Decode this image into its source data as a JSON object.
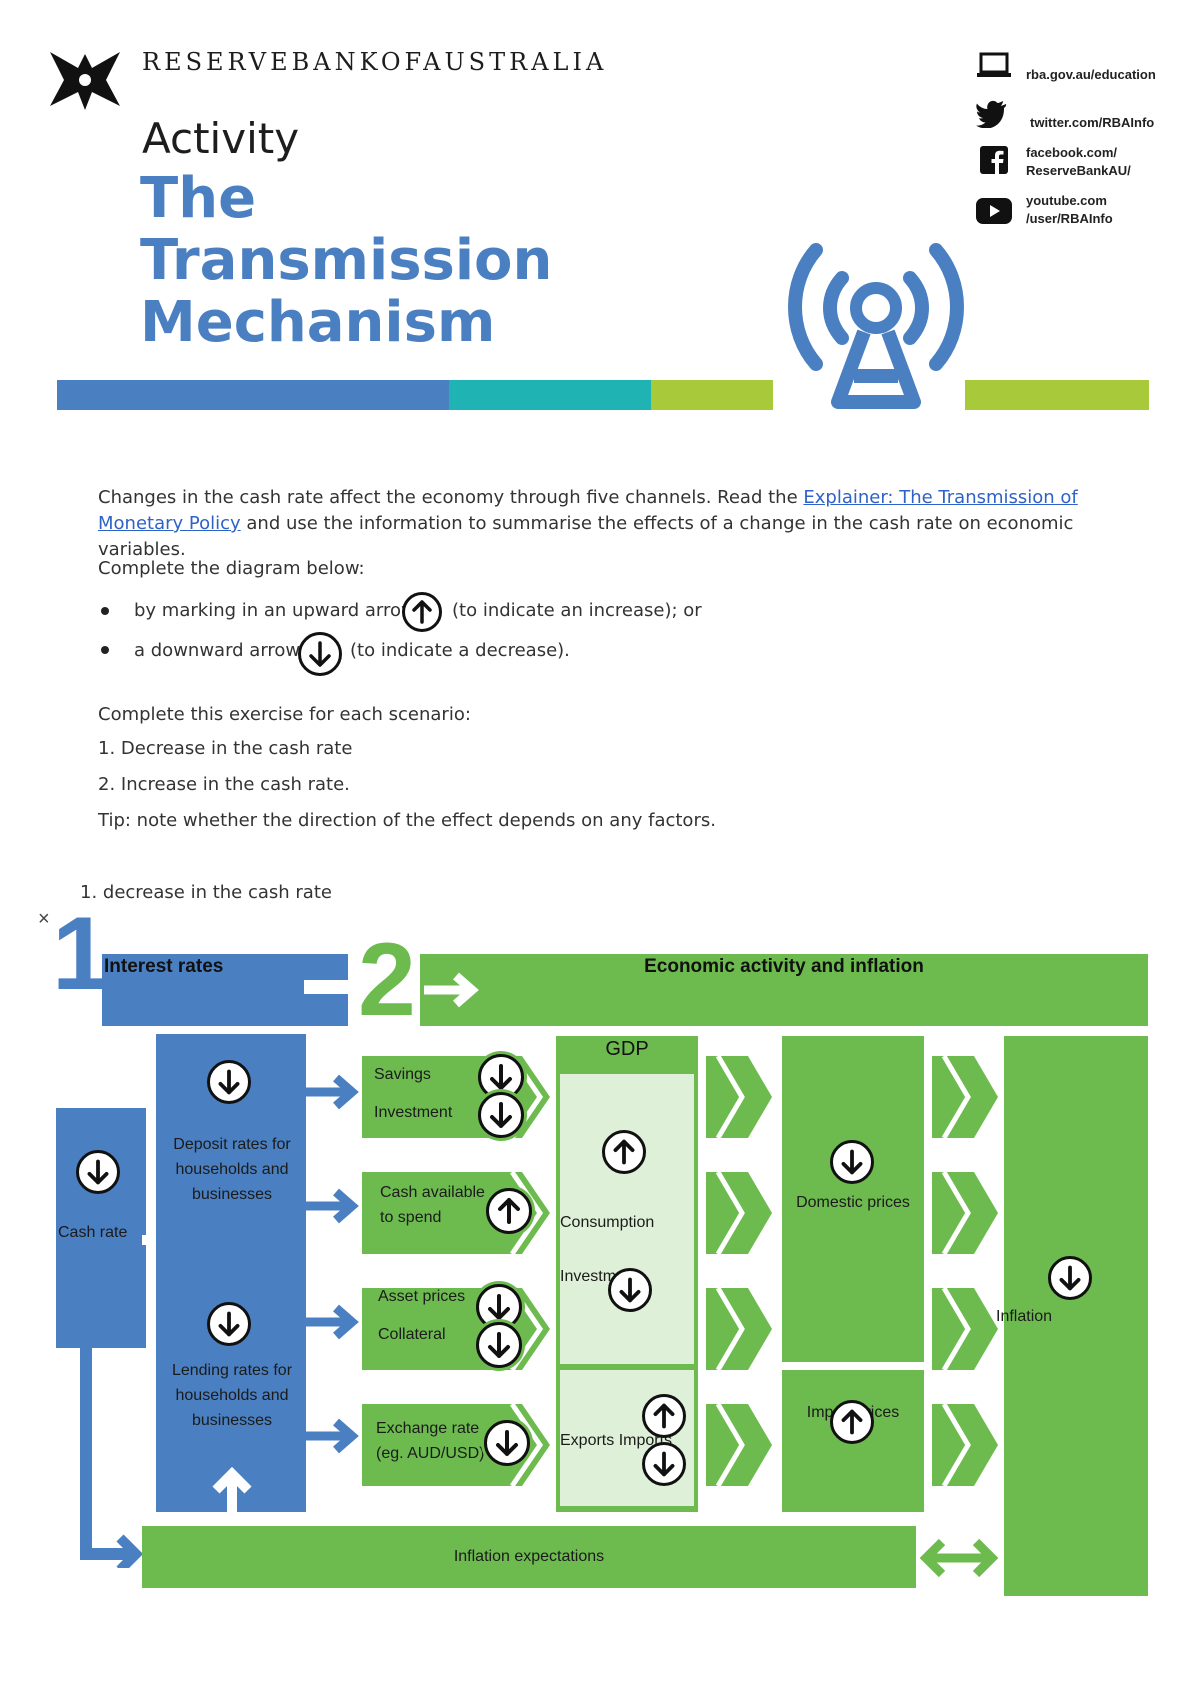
{
  "header": {
    "org_name": "RESERVEBANKOFAUSTRALIA",
    "activity": "Activity",
    "title_lines": [
      "The",
      "Transmission",
      "Mechanism"
    ],
    "contacts": [
      {
        "icon": "laptop-icon",
        "text": "rba.gov.au/education"
      },
      {
        "icon": "twitter-icon",
        "text": "twitter.com/RBAInfo"
      },
      {
        "icon": "facebook-icon",
        "text": "facebook.com/ ReserveBankAU/"
      },
      {
        "icon": "youtube-icon",
        "text": "youtube.com /user/RBAInfo"
      }
    ],
    "stripe_colors": [
      "#4a7fc1",
      "#1fb3b3",
      "#a8c93a"
    ]
  },
  "intro": {
    "p1_before": "Changes in the cash rate affect the economy through five channels. Read the ",
    "p1_link": "Explainer: The Transmission of Monetary Policy",
    "p1_after": " and use the information to summarise the effects of a change in the cash rate on economic variables.",
    "p2": "Complete the diagram below:",
    "bullet1_before": "by marking in an upward arrow",
    "bullet1_after": "(to indicate an increase); or",
    "bullet2_before": "a downward arrow",
    "bullet2_after": "(to indicate a decrease).",
    "p3": "Complete this exercise for each scenario:",
    "scenarios": [
      "1.   Decrease in the cash rate",
      "2.   Increase in the cash rate."
    ],
    "tip": "Tip: note whether the direction of the effect depends on any factors."
  },
  "section": {
    "heading": "1.    decrease in the cash rate",
    "close_mark": "×"
  },
  "diagram": {
    "num1": "1",
    "num2": "2",
    "interest_rates": "Interest rates",
    "economic_activity": "Economic activity and inflation",
    "cash_rate": "Cash rate",
    "deposit_rates": "Deposit rates for households and businesses",
    "lending_rates": "Lending rates for households and businesses",
    "savings": "Savings",
    "investment": "Investment",
    "cash_available": "Cash available to spend",
    "asset_prices": "Asset prices",
    "collateral": "Collateral",
    "exchange_rate": "Exchange rate (eg. AUD/USD)",
    "gdp": "GDP",
    "consumption": "Consumption",
    "gdp_investment": "Investment",
    "exports_imports": "Exports Imports",
    "domestic_prices": "Domestic prices",
    "import_prices": "Import prices",
    "inflation": "Inflation",
    "inflation_expectations": "Inflation expectations",
    "colors": {
      "blue": "#4a7fc1",
      "green": "#6dbb4f",
      "light_green": "#dff0d8"
    },
    "marks": {
      "cash_rate": "down",
      "deposit_rates": "down",
      "lending_rates": "down",
      "savings": "down",
      "investment": "down",
      "cash_available": "up",
      "asset_prices": "down",
      "collateral": "down",
      "exchange_rate": "down",
      "consumption": "up",
      "gdp_investment": "down",
      "exports": "up",
      "imports": "down",
      "domestic_prices": "down",
      "import_prices": "up",
      "inflation": "down"
    }
  }
}
